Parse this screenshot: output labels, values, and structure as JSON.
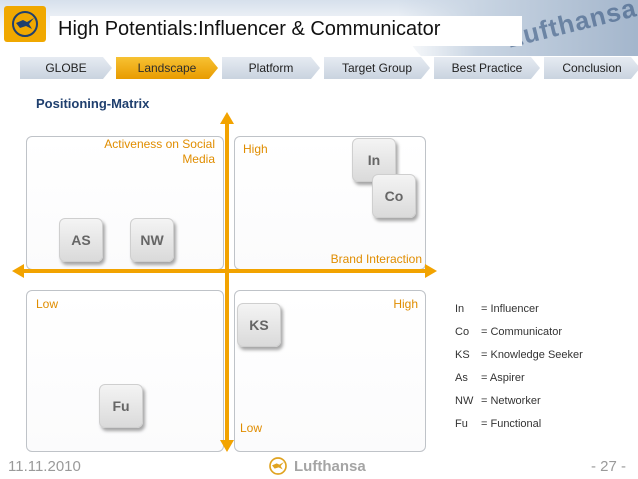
{
  "header": {
    "title": "High Potentials:Influencer & Communicator",
    "plane_text": "Lufthansa"
  },
  "nav": {
    "tabs": [
      {
        "label": "GLOBE",
        "active": false
      },
      {
        "label": "Landscape",
        "active": true
      },
      {
        "label": "Platform",
        "active": false
      },
      {
        "label": "Target Group",
        "active": false
      },
      {
        "label": "Best Practice",
        "active": false
      },
      {
        "label": "Conclusion",
        "active": false
      }
    ]
  },
  "diagram": {
    "subtitle": "Positioning-Matrix",
    "y_axis_label_line1": "Activeness on Social",
    "y_axis_label_line2": "Media",
    "x_axis_label": "Brand Interaction",
    "high_top": "High",
    "high_right": "High",
    "low_left": "Low",
    "low_bottom": "Low",
    "chips": {
      "in": "In",
      "co": "Co",
      "as": "AS",
      "nw": "NW",
      "ks": "KS",
      "fu": "Fu"
    }
  },
  "legend": [
    {
      "abbr": "In",
      "eq": "= Influencer"
    },
    {
      "abbr": "Co",
      "eq": "= Communicator"
    },
    {
      "abbr": "KS",
      "eq": "= Knowledge Seeker"
    },
    {
      "abbr": "As",
      "eq": "= Aspirer"
    },
    {
      "abbr": "NW",
      "eq": "= Networker"
    },
    {
      "abbr": "Fu",
      "eq": "= Functional"
    }
  ],
  "footer": {
    "date": "11.11.2010",
    "brand": "Lufthansa",
    "page": "- 27 -"
  },
  "colors": {
    "accent": "#e8a000",
    "axis": "#f2a300",
    "title_blue": "#1f3f6e"
  }
}
